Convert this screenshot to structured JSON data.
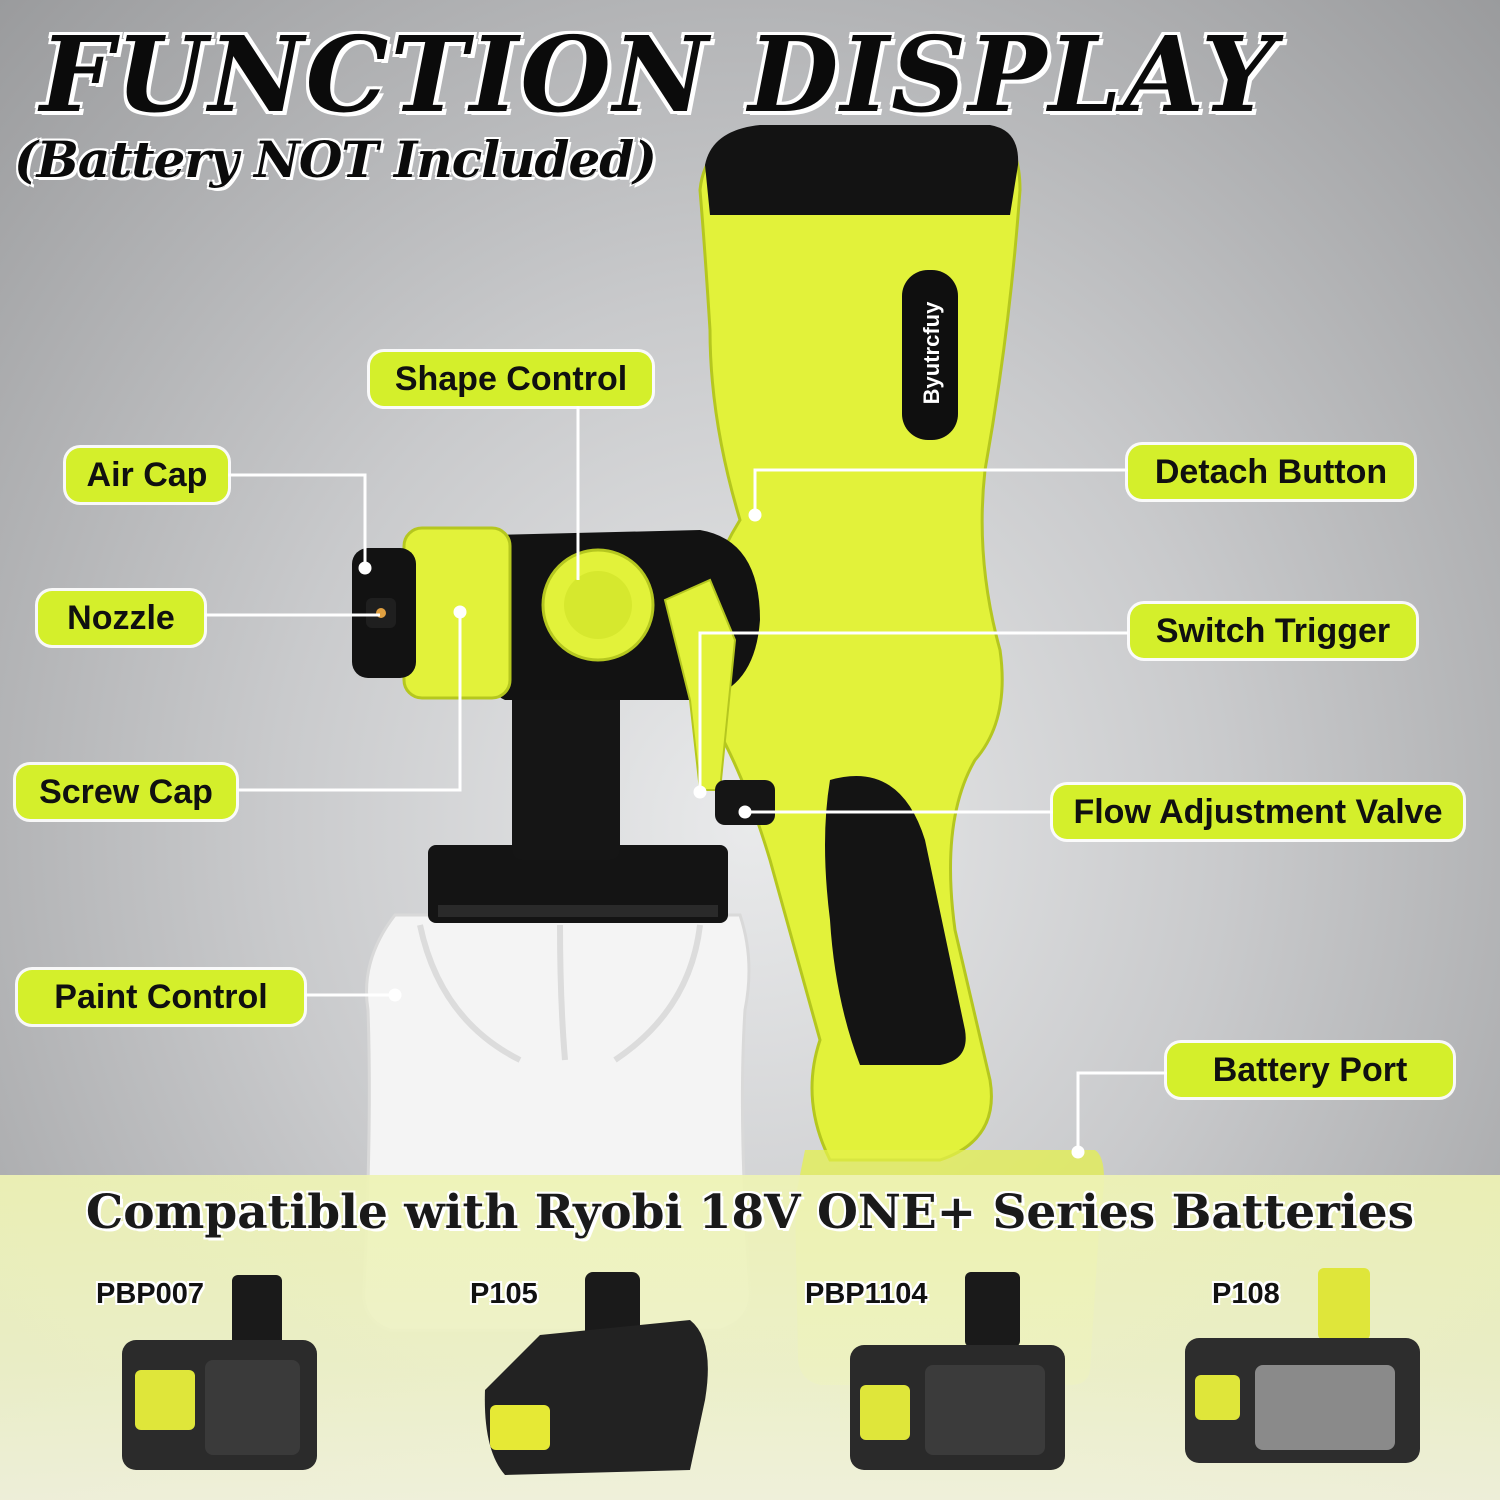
{
  "heading": {
    "title": "FUNCTION DISPLAY",
    "subtitle": "(Battery NOT Included)"
  },
  "brand": {
    "logo_text": "Byutrcfuy"
  },
  "callouts": {
    "shape_control": "Shape Control",
    "air_cap": "Air Cap",
    "nozzle": "Nozzle",
    "screw_cap": "Screw Cap",
    "paint_control": "Paint Control",
    "detach_button": "Detach Button",
    "switch_trigger": "Switch Trigger",
    "flow_adjustment_valve": "Flow Adjustment Valve",
    "battery_port": "Battery Port"
  },
  "compatibility": {
    "text": "Compatible with Ryobi 18V ONE+ Series Batteries",
    "models": [
      "PBP007",
      "P105",
      "PBP1104",
      "P108"
    ]
  },
  "colors": {
    "accent_yellow": "#d4ef2b",
    "body_yellow": "#e2f23a",
    "black": "#121212",
    "container_white": "#f4f4f4"
  }
}
